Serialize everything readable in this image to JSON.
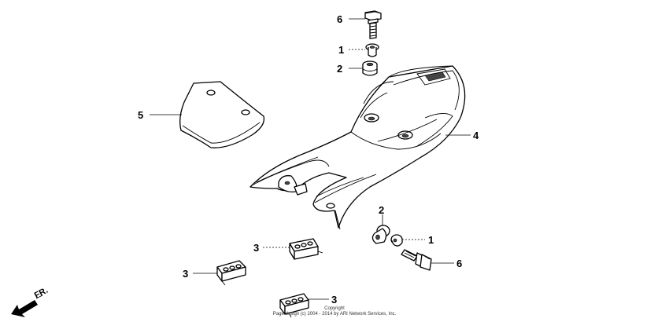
{
  "callouts": {
    "top_bolt": "6",
    "top_collar": "1",
    "top_rubber": "2",
    "seat_pad": "5",
    "rear_cowl": "4",
    "low_rubber": "2",
    "low_collar": "1",
    "low_bolt": "6",
    "cushion_a": "3",
    "cushion_b": "3",
    "cushion_c": "3"
  },
  "direction_label": "FR.",
  "copyright": {
    "line1": "Copyright",
    "line2": "Page design (c) 2004 - 2014 by ARI Network Services, Inc."
  }
}
